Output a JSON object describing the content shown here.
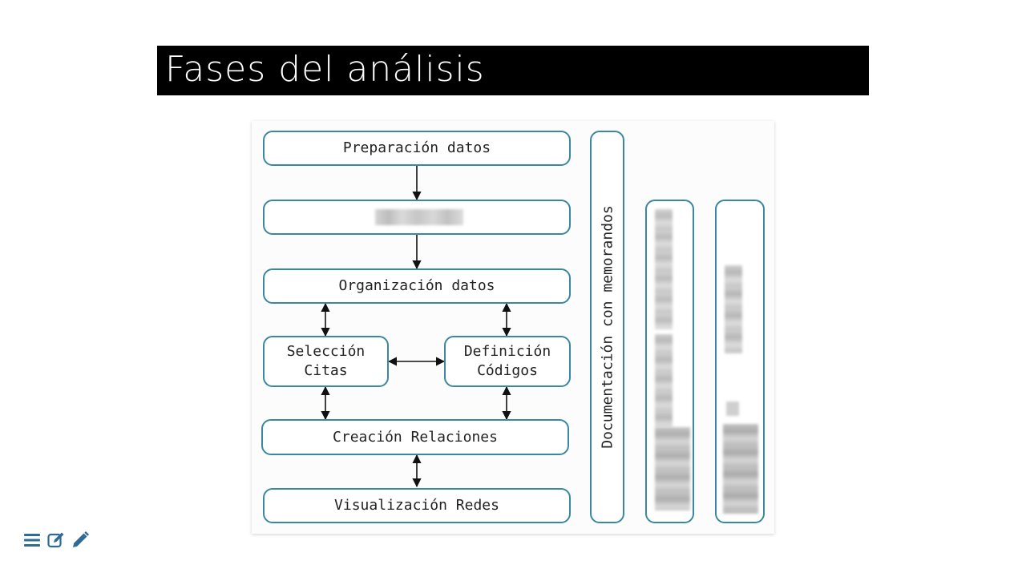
{
  "slide": {
    "title": "Fases del análisis"
  },
  "diagram": {
    "steps": {
      "preparation": "Preparación datos",
      "organization": "Organización datos",
      "selection": "Selección\nCitas",
      "definition": "Definición\nCódigos",
      "relations": "Creación Relaciones",
      "visualization": "Visualización Redes"
    },
    "side_label": "Documentación con memorandos"
  },
  "toolbar": {
    "icons": [
      "menu-icon",
      "edit-note-icon",
      "pencil-icon"
    ]
  },
  "colors": {
    "accent": "#3a88a0",
    "title_bg": "#000000",
    "toolbar_icon": "#2f6b94"
  }
}
